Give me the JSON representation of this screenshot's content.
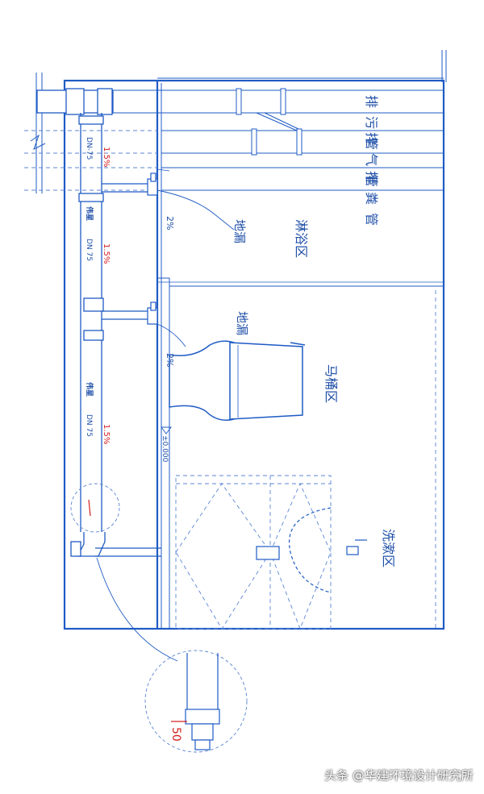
{
  "colors": {
    "line": "#1f5bc4",
    "dash": "#5b86d4",
    "text": "#1f4fa8",
    "accent": "#d42020",
    "background": "#ffffff"
  },
  "pipes": {
    "drain": "排污管",
    "vent": "排气管",
    "reserved": "排粪管"
  },
  "zones": {
    "shower": "淋浴区",
    "toilet": "马桶区",
    "basin": "洗漱区"
  },
  "fittings": {
    "floor_drain_1": "地漏",
    "floor_drain_2": "地漏"
  },
  "slopes": {
    "upper_1": "1.5%",
    "upper_2": "1.5%",
    "lower": "1.5%",
    "drain_1": "2%",
    "drain_2": "2%"
  },
  "pipe_spec": {
    "size_1": "DN-75",
    "size_2": "DN 75",
    "size_3": "DN 75",
    "brand_1": "伟星",
    "brand_2": "伟星"
  },
  "elevation": "±0.000",
  "detail_dimension": "50",
  "watermark": "头条 @华建环境设计研究所"
}
